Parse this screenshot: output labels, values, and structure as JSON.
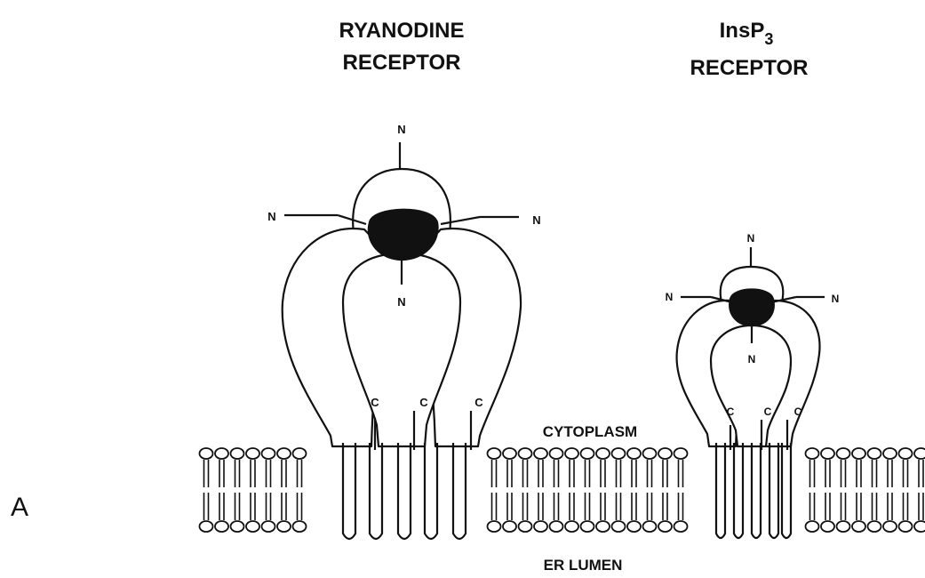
{
  "panel_label": "A",
  "ryanodine": {
    "title_line1": "RYANODINE",
    "title_line2": "RECEPTOR",
    "n_label": "N",
    "c_label": "C"
  },
  "insp3": {
    "title_main": "InsP",
    "title_sub": "3",
    "title_line2": "RECEPTOR",
    "n_label": "N",
    "c_label": "C"
  },
  "compartments": {
    "cytoplasm": "CYTOPLASM",
    "er_lumen": "ER LUMEN"
  },
  "colors": {
    "ink": "#111111",
    "paper": "#ffffff"
  }
}
